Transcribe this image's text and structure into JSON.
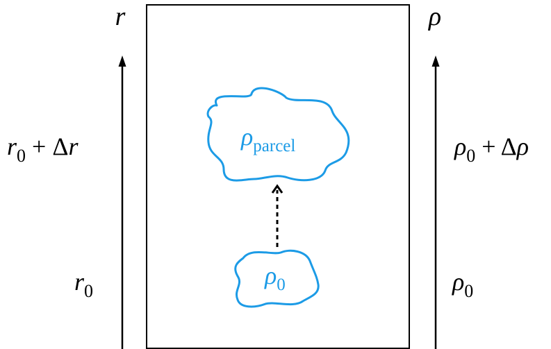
{
  "labels": {
    "r_axis": "r",
    "rho_axis": "ρ",
    "r_upper": {
      "base": "r",
      "sub": "0",
      "rest": " + Δ",
      "var": "r"
    },
    "rho_upper": {
      "base": "ρ",
      "sub": "0",
      "rest": " + Δ",
      "var": "ρ"
    },
    "r_lower": {
      "base": "r",
      "sub": "0"
    },
    "rho_lower": {
      "base": "ρ",
      "sub": "0"
    }
  },
  "parcels": {
    "upper": {
      "base": "ρ",
      "sub": "parcel"
    },
    "lower": {
      "base": "ρ",
      "sub": "0"
    }
  },
  "colors": {
    "ink": "#000000",
    "parcel": "#1c9be6",
    "background": "#ffffff"
  },
  "arrows": {
    "left_axis": "solid-up-arrow",
    "right_axis": "solid-up-arrow",
    "parcel_rise": "dashed-up-arrow"
  }
}
